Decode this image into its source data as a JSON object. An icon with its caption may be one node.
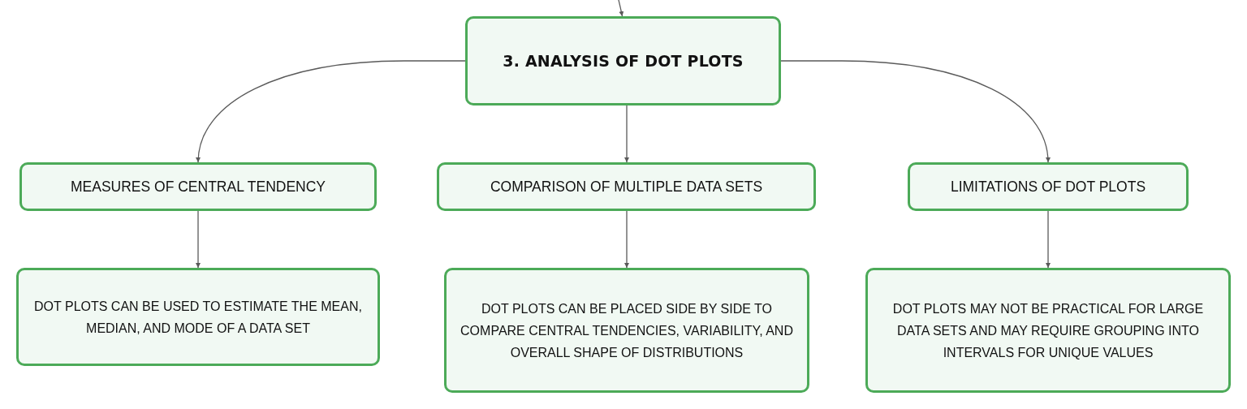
{
  "diagram": {
    "nodes": [
      {
        "text": [
          "3. ANALYSIS OF DOT PLOTS"
        ]
      },
      {
        "text": [
          "MEASURES OF CENTRAL TENDENCY"
        ]
      },
      {
        "text": [
          "COMPARISON OF MULTIPLE DATA SETS"
        ]
      },
      {
        "text": [
          "LIMITATIONS OF DOT PLOTS"
        ]
      },
      {
        "text": [
          "DOT PLOTS CAN BE USED TO ESTIMATE THE MEAN, MEDIAN, AND MODE OF A DATA SET"
        ]
      },
      {
        "text": [
          "DOT PLOTS CAN BE PLACED SIDE BY SIDE TO COMPARE CENTRAL TENDENCIES, VARIABILITY, AND OVERALL SHAPE OF DISTRIBUTIONS"
        ]
      },
      {
        "text": [
          "DOT PLOTS MAY NOT BE PRACTICAL FOR LARGE DATA SETS AND MAY REQUIRE GROUPING INTO INTERVALS FOR UNIQUE VALUES"
        ]
      }
    ],
    "edges": [
      {
        "from": null,
        "to": 0,
        "arrow": "to"
      },
      {
        "from": 0,
        "to": 1,
        "arrow": "to"
      },
      {
        "from": 0,
        "to": 2,
        "arrow": "to"
      },
      {
        "from": 0,
        "to": 3,
        "arrow": "to"
      },
      {
        "from": 1,
        "to": 4,
        "arrow": "to"
      },
      {
        "from": 2,
        "to": 5,
        "arrow": "to"
      },
      {
        "from": 3,
        "to": 6,
        "arrow": "to"
      }
    ]
  }
}
